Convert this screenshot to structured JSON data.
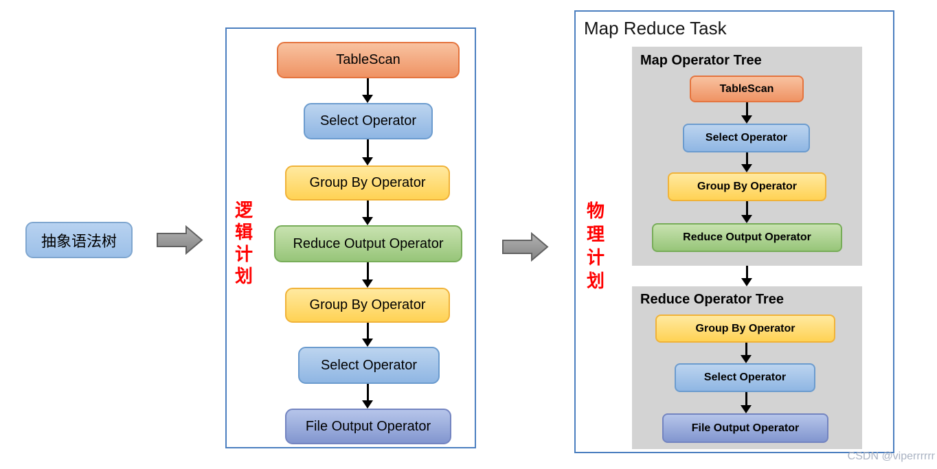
{
  "watermark": "CSDN @viperrrrrr",
  "ast_box": {
    "label": "抽象语法树"
  },
  "logical_plan": {
    "vertical_label": "逻辑计划",
    "nodes": [
      {
        "label": "TableScan",
        "color": "orange"
      },
      {
        "label": "Select Operator",
        "color": "blue"
      },
      {
        "label": "Group By Operator",
        "color": "yellow"
      },
      {
        "label": "Reduce Output Operator",
        "color": "green"
      },
      {
        "label": "Group By Operator",
        "color": "yellow"
      },
      {
        "label": "Select Operator",
        "color": "blue"
      },
      {
        "label": "File Output Operator",
        "color": "violet"
      }
    ]
  },
  "physical_plan": {
    "title": "Map Reduce Task",
    "vertical_label": "物理计划",
    "map_tree": {
      "title": "Map Operator Tree",
      "nodes": [
        {
          "label": "TableScan",
          "color": "orange"
        },
        {
          "label": "Select Operator",
          "color": "blue"
        },
        {
          "label": "Group By Operator",
          "color": "yellow"
        },
        {
          "label": "Reduce Output Operator",
          "color": "green"
        }
      ]
    },
    "reduce_tree": {
      "title": "Reduce Operator Tree",
      "nodes": [
        {
          "label": "Group By Operator",
          "color": "yellow"
        },
        {
          "label": "Select Operator",
          "color": "blue"
        },
        {
          "label": "File Output Operator",
          "color": "violet"
        }
      ]
    }
  },
  "colors": {
    "node_orange": "#ef9364",
    "node_blue": "#8fb6e3",
    "node_yellow": "#ffd254",
    "node_green": "#97c579",
    "node_violet": "#8296cf",
    "ast_blue": "#9cc0e8",
    "panel_gray": "#d3d3d3",
    "container_border_blue": "#4a7ebf",
    "accent_red": "#ff0000",
    "transition_arrow_gray": "#9c9c9c"
  }
}
